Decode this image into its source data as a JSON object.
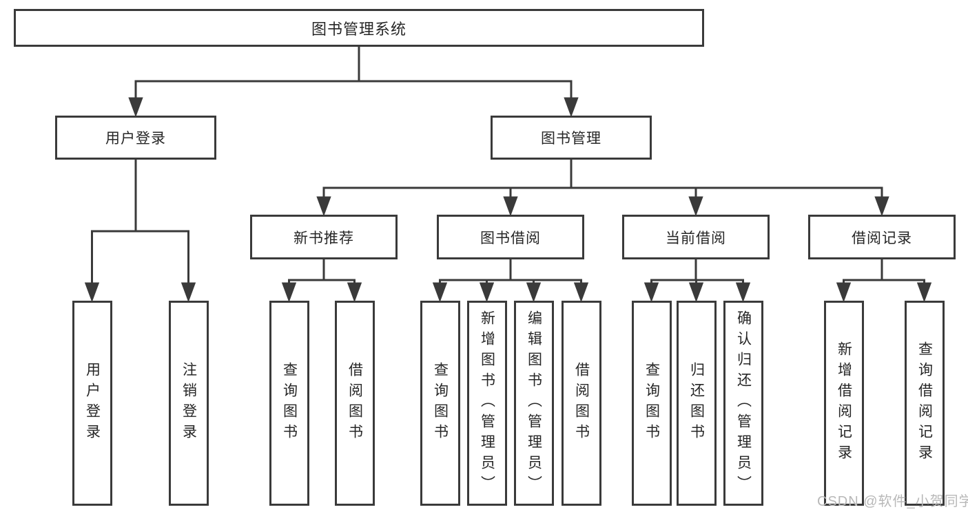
{
  "diagram": {
    "root": "图书管理系统",
    "level2": {
      "login": "用户登录",
      "management": "图书管理"
    },
    "level3": {
      "new_books": "新书推荐",
      "book_borrow": "图书借阅",
      "current_borrow": "当前借阅",
      "borrow_records": "借阅记录"
    },
    "leaves": {
      "login": [
        "用户登录",
        "注销登录"
      ],
      "new_books": [
        "查询图书",
        "借阅图书"
      ],
      "book_borrow": [
        "查询图书",
        "新增图书（管理员）",
        "编辑图书（管理员）",
        "借阅图书"
      ],
      "current_borrow": [
        "查询图书",
        "归还图书",
        "确认归还（管理员）"
      ],
      "borrow_records": [
        "新增借阅记录",
        "查询借阅记录"
      ]
    },
    "watermark": "CSDN @软件_小贺同学"
  },
  "colors": {
    "line": "#3a3a3a",
    "text": "#262626",
    "watermark": "#b8b8b8",
    "background": "#ffffff"
  }
}
